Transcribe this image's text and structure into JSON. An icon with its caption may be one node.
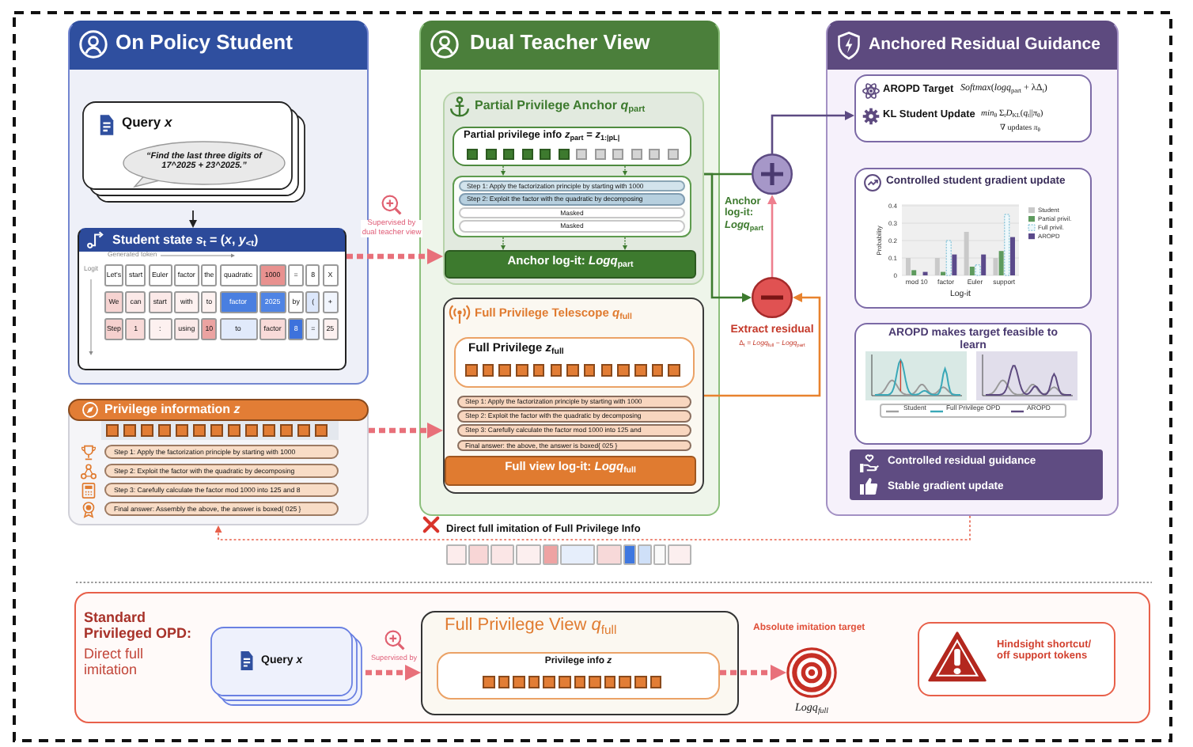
{
  "diagram": {
    "nodes": [
      {
        "text": [
          "On Policy Student"
        ]
      },
      {
        "text": [
          "Query *x*",
          "“Find the last three digits of 17^2025 + 23^2025.”"
        ],
        "in": 0
      },
      {
        "text": [
          "Student state *s*$_{t}$ = (*x*, *y*$_{<t}$)"
        ],
        "in": 0
      },
      {
        "text": [
          "Privilege information *z*",
          "Step 1: Apply the factorization principle by starting with 1000",
          "Step 2: Exploit the factor with the quadratic by decomposing",
          "Step 3: Carefully calculate the factor mod 1000 into 125 and 8",
          "Final answer: Assembly the above, the answer is boxed{ 025 }"
        ]
      },
      {
        "text": [
          "Dual Teacher View"
        ]
      },
      {
        "text": [
          "Partial Privilege Anchor *q*$_{part}$"
        ],
        "in": 4
      },
      {
        "text": [
          "Partial privilege info *z*$_{part}$ = *z*$_{1:|pL|}$"
        ],
        "in": 5
      },
      {
        "text": [
          "Step 1: Apply the factorization principle by starting with 1000",
          "Step 2: Exploit the factor with the quadratic by decomposing",
          "Masked",
          "Masked"
        ],
        "in": 5
      },
      {
        "text": [
          "Anchor log-it: *Logq*$_{part}$"
        ],
        "in": 5
      },
      {
        "text": [
          "Full Privilege Telescope *q*$_{full}$",
          "Step 1: Apply the factorization principle by starting with 1000",
          "Step 2: Exploit the factor with the quadratic by decomposing",
          "Step 3: Carefully calculate the factor mod 1000 into 125 and",
          "Final answer: the above, the answer is boxed{ 025 }"
        ],
        "in": 4
      },
      {
        "text": [
          "Full Privilege *z*$_{full}$"
        ],
        "in": 9
      },
      {
        "text": [
          "Full view log-it: *Logq*$_{full}$"
        ],
        "in": 9
      },
      {
        "text": [],
        "shape": "circle"
      },
      {
        "text": [],
        "shape": "circle",
        "beside": [
          "Extract residual",
          "Δ$_{t}$ = *Logq*$_{full}$ − *Logq*$_{part}$"
        ]
      },
      {
        "text": [
          "Anchored Residual Guidance"
        ]
      },
      {
        "text": [
          "AROPD Target",
          "*Softmax*(*logq*$_{part}$ + λΔ$_{t}$)",
          "KL Student Update",
          "*min*$_{θ}$ Σ$_{t}$*D*$_{KL}$(*q*$_{t}$||*π*$_{θ}$)",
          "∇ updates *π*$_{θ}$"
        ],
        "in": 14
      },
      {
        "text": [
          "Controlled student gradient update"
        ],
        "in": 14
      },
      {
        "text": [
          "AROPD makes target feasible to learn"
        ],
        "in": 14
      },
      {
        "text": [
          "Controlled residual guidance",
          "Stable gradient update"
        ],
        "in": 14
      },
      {
        "text": [
          "Standard Privileged OPD:",
          "Direct full imitation"
        ]
      },
      {
        "text": [
          "Query *x*"
        ],
        "in": 19
      },
      {
        "text": [
          "Full Privilege View *q*$_{full}$"
        ],
        "in": 19
      },
      {
        "text": [
          "Privilege info *z*"
        ],
        "in": 21
      },
      {
        "text": [
          "Logq$_{full}$"
        ],
        "in": 19,
        "beside": [
          "Absolute imitation target"
        ]
      },
      {
        "text": [
          "Hindsight shortcut/ off support tokens"
        ],
        "in": 19
      }
    ],
    "edges": [
      {
        "from": 1,
        "to": 2,
        "arrow": "to"
      },
      {
        "from": 2,
        "to": 5,
        "arrow": "to",
        "label": "Supervised by dual teacher view",
        "style": "dashed",
        "color": "#e8707a"
      },
      {
        "from": 3,
        "to": 9,
        "arrow": "to",
        "style": "dashed",
        "color": "#e8707a"
      },
      {
        "from": 5,
        "to": 12,
        "arrow": "none",
        "color": "#3d7a2e"
      },
      {
        "from": 5,
        "to": 13,
        "arrow": "to",
        "color": "#3d7a2e"
      },
      {
        "from": 9,
        "to": 13,
        "arrow": "to",
        "color": "#e8822e"
      },
      {
        "from": 13,
        "to": 12,
        "arrow": "to",
        "color": "#ee7f8e"
      },
      {
        "from": 12,
        "to": 15,
        "arrow": "to",
        "color": "#5c4a82"
      },
      {
        "from": 14,
        "to": 3,
        "arrow": "to",
        "style": "dashed",
        "color": "#e8604a"
      },
      {
        "from": 20,
        "to": 21,
        "arrow": "to",
        "label": "Supervised by",
        "style": "dashed",
        "color": "#e8707a"
      },
      {
        "from": 22,
        "to": 23,
        "arrow": "to",
        "style": "dashed",
        "color": "#e8707a"
      },
      {
        "from": 6,
        "to": 7,
        "arrow": "to",
        "style": "dashed",
        "color": "#3d7a2e"
      },
      {
        "from": 6,
        "to": 7,
        "arrow": "to",
        "style": "dashed",
        "color": "#3d7a2e"
      },
      {
        "from": 7,
        "to": 8,
        "arrow": "to",
        "style": "dashed",
        "color": "#3d7a2e"
      },
      {
        "from": 7,
        "to": 8,
        "arrow": "to",
        "style": "dashed",
        "color": "#3d7a2e"
      }
    ],
    "labels": [
      "Generated token",
      "Logit",
      "Let's",
      "start",
      "Euler",
      "factor",
      "the",
      "quadratic",
      "1000",
      "=",
      "8",
      "X",
      "We",
      "can",
      "start",
      "with",
      "to",
      "factor",
      "2025",
      "by",
      "(",
      "+",
      "Step",
      "1",
      ":",
      "using",
      "10",
      "to",
      "factor",
      "8",
      "=",
      "25",
      "Anchor log-it: *Logq*$_{part}$",
      "Direct full imitation of Full Privilege Info"
    ],
    "legend": [
      {
        "text": "Student"
      },
      {
        "text": "Full Privilege OPD"
      },
      {
        "text": "AROPD"
      }
    ],
    "chart_data": {
      "type": "bar",
      "xlabel": "Log-it",
      "ylabel": "Probability",
      "categories": [
        "mod 10",
        "factor",
        "Euler",
        "support"
      ],
      "series": [
        {
          "name": "Student",
          "color": "#c9c9c9",
          "values": [
            0.1,
            0.1,
            0.25,
            0.1
          ]
        },
        {
          "name": "Partial privil.",
          "color": "#5e9b5e",
          "values": [
            0.03,
            0.02,
            0.05,
            0.14
          ]
        },
        {
          "name": "Full privil.",
          "color": "#6fb9d2",
          "values": [
            null,
            0.2,
            0.06,
            0.35
          ]
        },
        {
          "name": "AROPD",
          "color": "#5b4a8b",
          "values": [
            0.02,
            0.12,
            0.12,
            0.22
          ]
        }
      ],
      "ylim": [
        0,
        0.4
      ],
      "yticks": [
        0,
        0.1,
        0.2,
        0.3,
        0.4
      ],
      "grid": true,
      "legend": "right"
    }
  }
}
